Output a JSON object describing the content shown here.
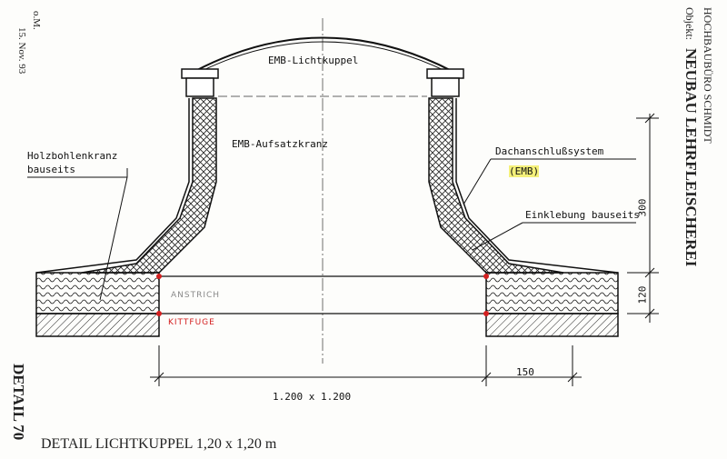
{
  "header": {
    "initials": "o.M.",
    "date": "15. Nov. 93",
    "office": "HOCHBAUBÜRO SCHMIDT",
    "object_label": "Objekt:",
    "object_name": "NEUBAU LEHRFLEISCHEREI",
    "detail_number": "DETAIL 70"
  },
  "title": "DETAIL LICHTKUPPEL 1,20 x 1,20 m",
  "labels": {
    "dome": "EMB-Lichtkuppel",
    "curb": "EMB-Aufsatzkranz",
    "wood_curb_1": "Holzbohlenkranz",
    "wood_curb_2": "bauseits",
    "roof_system": "Dachanschlußsystem",
    "roof_system_brand": "(EMB)",
    "bonding": "Einklebung bauseits",
    "paint": "ANSTRICH",
    "joint": "KITTFUGE"
  },
  "dimensions": {
    "opening": "1.200 x 1.200",
    "edge": "150",
    "height_upper": "300",
    "height_lower": "120"
  },
  "colors": {
    "ink": "#1a1a1a",
    "red": "#d42020",
    "gray": "#8a8a8a",
    "highlight": "#f4f07a"
  }
}
